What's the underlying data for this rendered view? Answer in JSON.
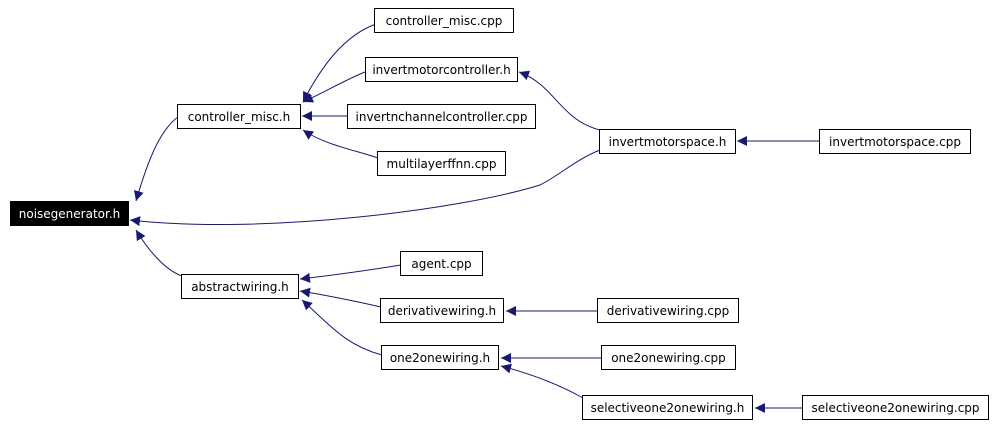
{
  "diagram": {
    "edge_color": "#191970",
    "root_fill": "#000000",
    "nodes": {
      "noisegenerator_h": "noisegenerator.h",
      "controller_misc_h": "controller_misc.h",
      "controller_misc_cpp": "controller_misc.cpp",
      "invertmotorcontroller_h": "invertmotorcontroller.h",
      "invertnchannelcontroller_cpp": "invertnchannelcontroller.cpp",
      "multilayerffnn_cpp": "multilayerffnn.cpp",
      "invertmotorspace_h": "invertmotorspace.h",
      "invertmotorspace_cpp": "invertmotorspace.cpp",
      "abstractwiring_h": "abstractwiring.h",
      "agent_cpp": "agent.cpp",
      "derivativewiring_h": "derivativewiring.h",
      "derivativewiring_cpp": "derivativewiring.cpp",
      "one2onewiring_h": "one2onewiring.h",
      "one2onewiring_cpp": "one2onewiring.cpp",
      "selectiveone2onewiring_h": "selectiveone2onewiring.h",
      "selectiveone2onewiring_cpp": "selectiveone2onewiring.cpp"
    },
    "edges": [
      {
        "from": "controller_misc_h",
        "to": "noisegenerator_h"
      },
      {
        "from": "invertmotorspace_h",
        "to": "noisegenerator_h"
      },
      {
        "from": "abstractwiring_h",
        "to": "noisegenerator_h"
      },
      {
        "from": "controller_misc_cpp",
        "to": "controller_misc_h"
      },
      {
        "from": "invertmotorcontroller_h",
        "to": "controller_misc_h"
      },
      {
        "from": "invertnchannelcontroller_cpp",
        "to": "controller_misc_h"
      },
      {
        "from": "multilayerffnn_cpp",
        "to": "controller_misc_h"
      },
      {
        "from": "invertmotorspace_h",
        "to": "invertmotorcontroller_h"
      },
      {
        "from": "invertmotorspace_cpp",
        "to": "invertmotorspace_h"
      },
      {
        "from": "agent_cpp",
        "to": "abstractwiring_h"
      },
      {
        "from": "derivativewiring_h",
        "to": "abstractwiring_h"
      },
      {
        "from": "one2onewiring_h",
        "to": "abstractwiring_h"
      },
      {
        "from": "derivativewiring_cpp",
        "to": "derivativewiring_h"
      },
      {
        "from": "one2onewiring_cpp",
        "to": "one2onewiring_h"
      },
      {
        "from": "selectiveone2onewiring_h",
        "to": "one2onewiring_h"
      },
      {
        "from": "selectiveone2onewiring_cpp",
        "to": "selectiveone2onewiring_h"
      }
    ]
  }
}
